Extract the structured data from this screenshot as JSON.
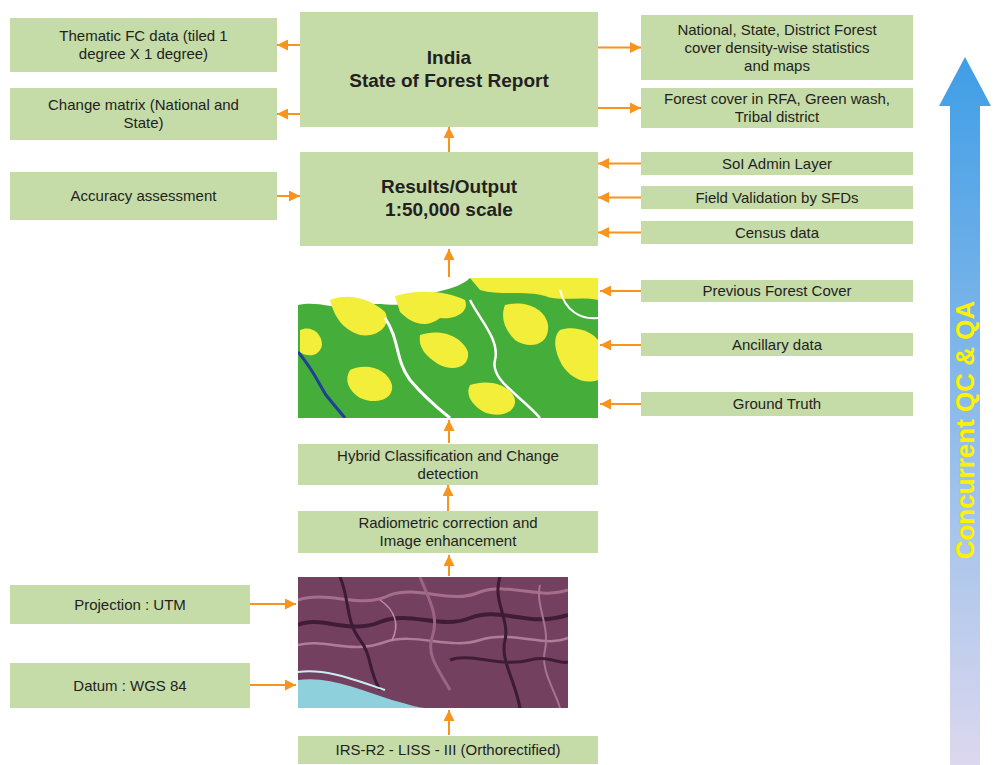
{
  "diagram": {
    "nodes": [
      {
        "text": [
          "Thematic FC data (tiled 1 degree X 1 degree)"
        ]
      },
      {
        "text": [
          "India",
          "State of Forest Report"
        ]
      },
      {
        "text": [
          "National, State, District Forest cover density-wise statistics and maps"
        ]
      },
      {
        "text": [
          "Change matrix (National and State)"
        ]
      },
      {
        "text": [
          "Forest cover in RFA, Green wash, Tribal district"
        ]
      },
      {
        "text": [
          "Accuracy assessment"
        ]
      },
      {
        "text": [
          "Results/Output",
          "1:50,000 scale"
        ]
      },
      {
        "text": [
          "SoI Admin Layer"
        ]
      },
      {
        "text": [
          "Field Validation by SFDs"
        ]
      },
      {
        "text": [
          "Census data"
        ]
      },
      {
        "text": [
          "Previous Forest Cover"
        ]
      },
      {
        "text": [
          "Ancillary data"
        ]
      },
      {
        "text": [
          "Ground Truth"
        ]
      },
      {
        "text": [
          "Hybrid Classification and Change detection"
        ]
      },
      {
        "text": [
          "Radiometric correction and Image enhancement"
        ]
      },
      {
        "text": [
          "Projection : UTM"
        ]
      },
      {
        "text": [
          "Datum : WGS 84"
        ]
      },
      {
        "text": [
          "IRS-R2 - LISS - III (Orthorectified)"
        ]
      }
    ],
    "edges": [
      {
        "from": 1,
        "to": 0,
        "arrow": "to"
      },
      {
        "from": 1,
        "to": 3,
        "arrow": "to"
      },
      {
        "from": 1,
        "to": 2,
        "arrow": "to"
      },
      {
        "from": 1,
        "to": 4,
        "arrow": "to"
      },
      {
        "from": 5,
        "to": 6,
        "arrow": "to"
      },
      {
        "from": 7,
        "to": 6,
        "arrow": "to"
      },
      {
        "from": 8,
        "to": 6,
        "arrow": "to"
      },
      {
        "from": 9,
        "to": 6,
        "arrow": "to"
      },
      {
        "from": 6,
        "to": 1,
        "arrow": "to"
      },
      {
        "from": 14,
        "to": 13,
        "arrow": "to"
      }
    ],
    "labels": [
      "Concurrent QC & QA"
    ]
  }
}
